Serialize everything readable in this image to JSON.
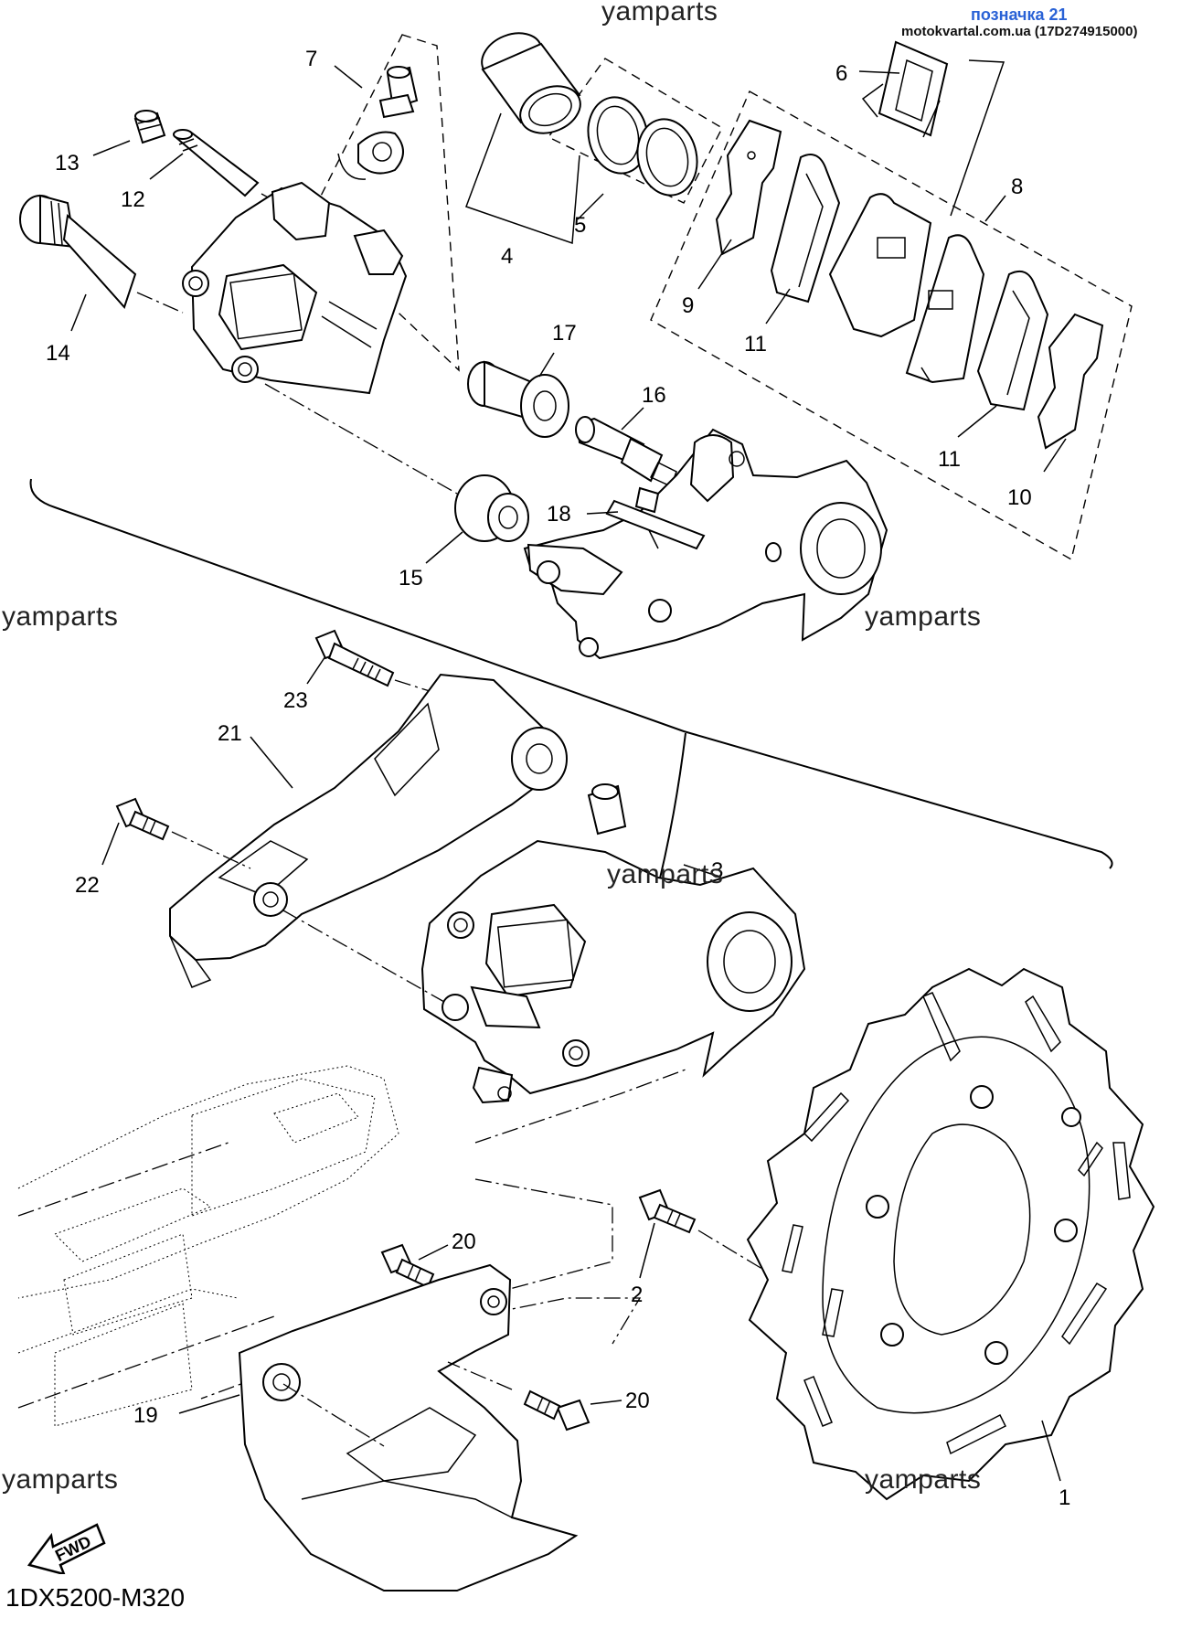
{
  "watermarks": [
    "yamparts",
    "yamparts",
    "yamparts",
    "yamparts",
    "yamparts",
    "yamparts"
  ],
  "stamp": {
    "label": "позначка 21",
    "site": "motokvartal.com.ua (17D274915000)"
  },
  "diagram_code": "1DX5200-M320",
  "fwd_label": "FWD",
  "callouts": [
    "1",
    "2",
    "3",
    "4",
    "5",
    "6",
    "7",
    "8",
    "9",
    "10",
    "11",
    "11",
    "12",
    "13",
    "14",
    "15",
    "16",
    "17",
    "18",
    "19",
    "20",
    "20",
    "21",
    "22",
    "23"
  ]
}
